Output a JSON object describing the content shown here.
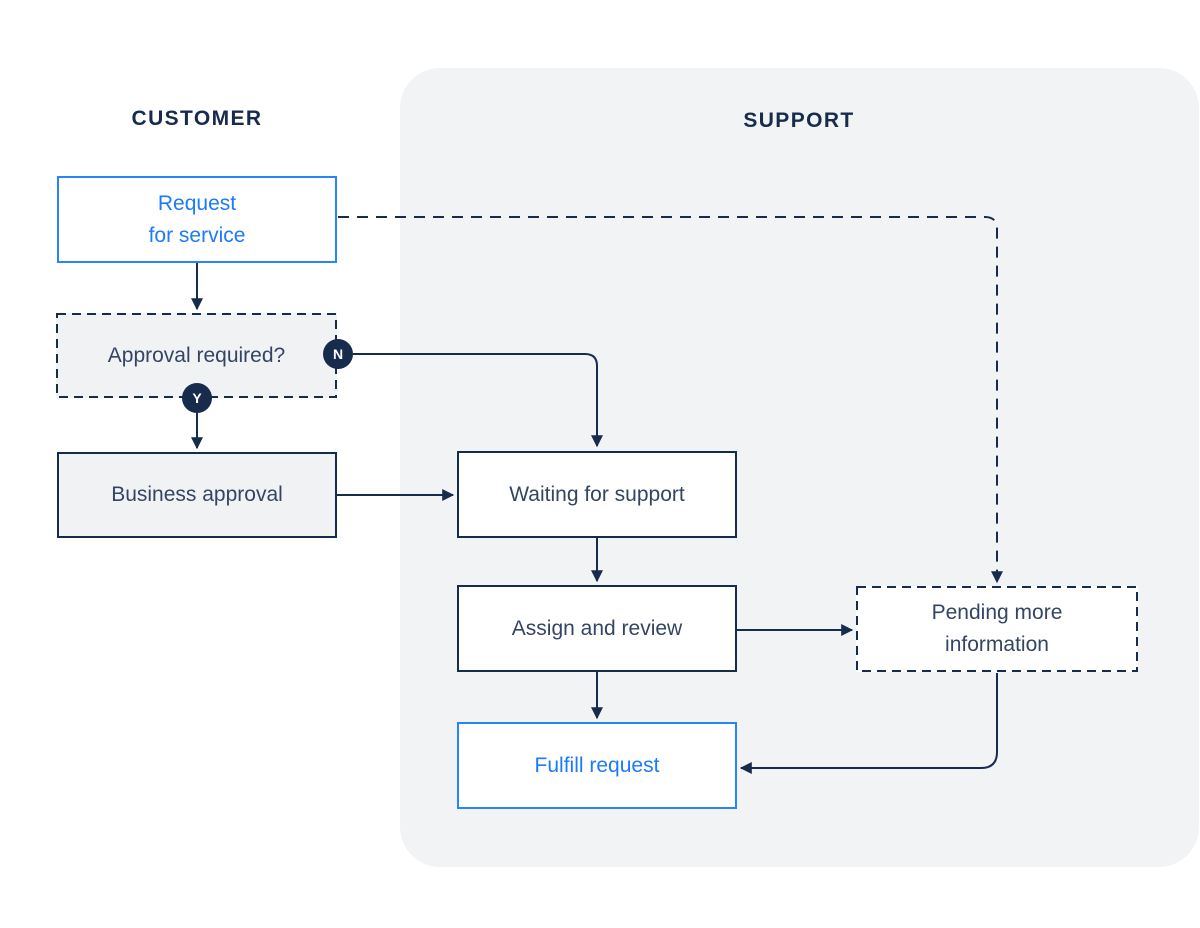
{
  "colors": {
    "navy": "#172B4D",
    "text": "#344563",
    "blue": "#2684FF",
    "blue-text": "#1D7AFC",
    "panel": "#F2F3F5",
    "box-gray": "#F1F2F4",
    "white": "#FFFFFF"
  },
  "lanes": {
    "customer": {
      "label": "CUSTOMER"
    },
    "support": {
      "label": "SUPPORT"
    }
  },
  "nodes": {
    "request": {
      "line1": "Request",
      "line2": "for service"
    },
    "approval": {
      "label": "Approval required?"
    },
    "business": {
      "label": "Business approval"
    },
    "waiting": {
      "label": "Waiting for support"
    },
    "assign": {
      "label": "Assign and review"
    },
    "pending": {
      "line1": "Pending more",
      "line2": "information"
    },
    "fulfill": {
      "label": "Fulfill request"
    }
  },
  "badges": {
    "no": {
      "label": "N"
    },
    "yes": {
      "label": "Y"
    }
  }
}
